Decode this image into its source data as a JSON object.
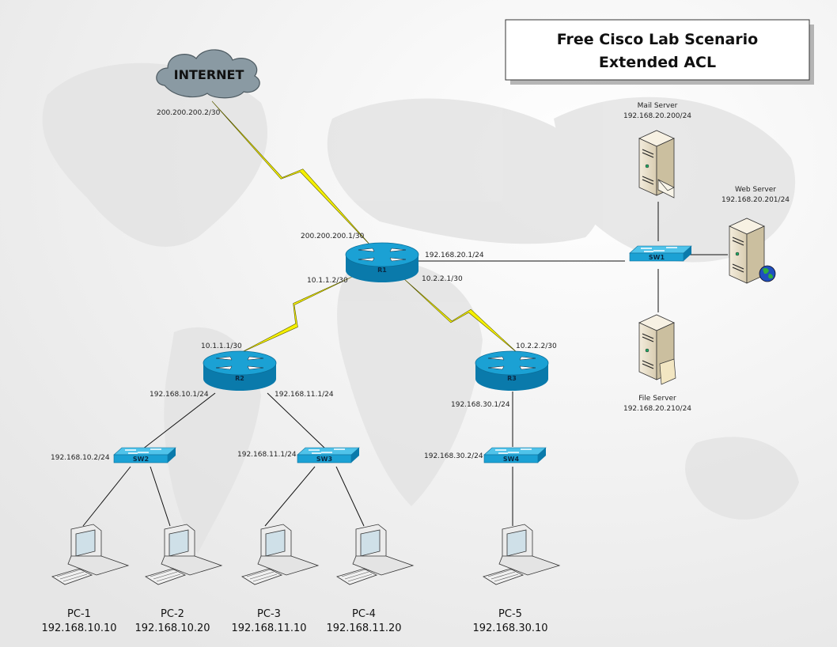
{
  "title": {
    "line1": "Free Cisco Lab Scenario",
    "line2": "Extended ACL"
  },
  "colors": {
    "router": "#1ba1d4",
    "router_dark": "#0a7aab",
    "serial_link": "#f5f000",
    "server": "#e4dac4",
    "background": "#f2f2f2"
  },
  "cloud": {
    "label": "INTERNET",
    "ip": "200.200.200.2/30"
  },
  "routers": [
    {
      "name": "R1",
      "ips": [
        "200.200.200.1/30",
        "192.168.20.1/24",
        "10.1.1.2/30",
        "10.2.2.1/30"
      ]
    },
    {
      "name": "R2",
      "ips": [
        "10.1.1.1/30",
        "192.168.10.1/24",
        "192.168.11.1/24"
      ]
    },
    {
      "name": "R3",
      "ips": [
        "10.2.2.2/30",
        "192.168.30.1/24"
      ]
    }
  ],
  "switches": [
    {
      "name": "SW1",
      "ip": ""
    },
    {
      "name": "SW2",
      "ip": "192.168.10.2/24"
    },
    {
      "name": "SW3",
      "ip": "192.168.11.1/24"
    },
    {
      "name": "SW4",
      "ip": "192.168.30.2/24"
    }
  ],
  "servers": [
    {
      "name": "Mail Server",
      "ip": "192.168.20.200/24",
      "icon": "envelope-icon"
    },
    {
      "name": "Web Server",
      "ip": "192.168.20.201/24",
      "icon": "globe-icon"
    },
    {
      "name": "File Server",
      "ip": "192.168.20.210/24",
      "icon": "folder-icon"
    }
  ],
  "pcs": [
    {
      "name": "PC-1",
      "ip": "192.168.10.10"
    },
    {
      "name": "PC-2",
      "ip": "192.168.10.20"
    },
    {
      "name": "PC-3",
      "ip": "192.168.11.10"
    },
    {
      "name": "PC-4",
      "ip": "192.168.11.20"
    },
    {
      "name": "PC-5",
      "ip": "192.168.30.10"
    }
  ]
}
